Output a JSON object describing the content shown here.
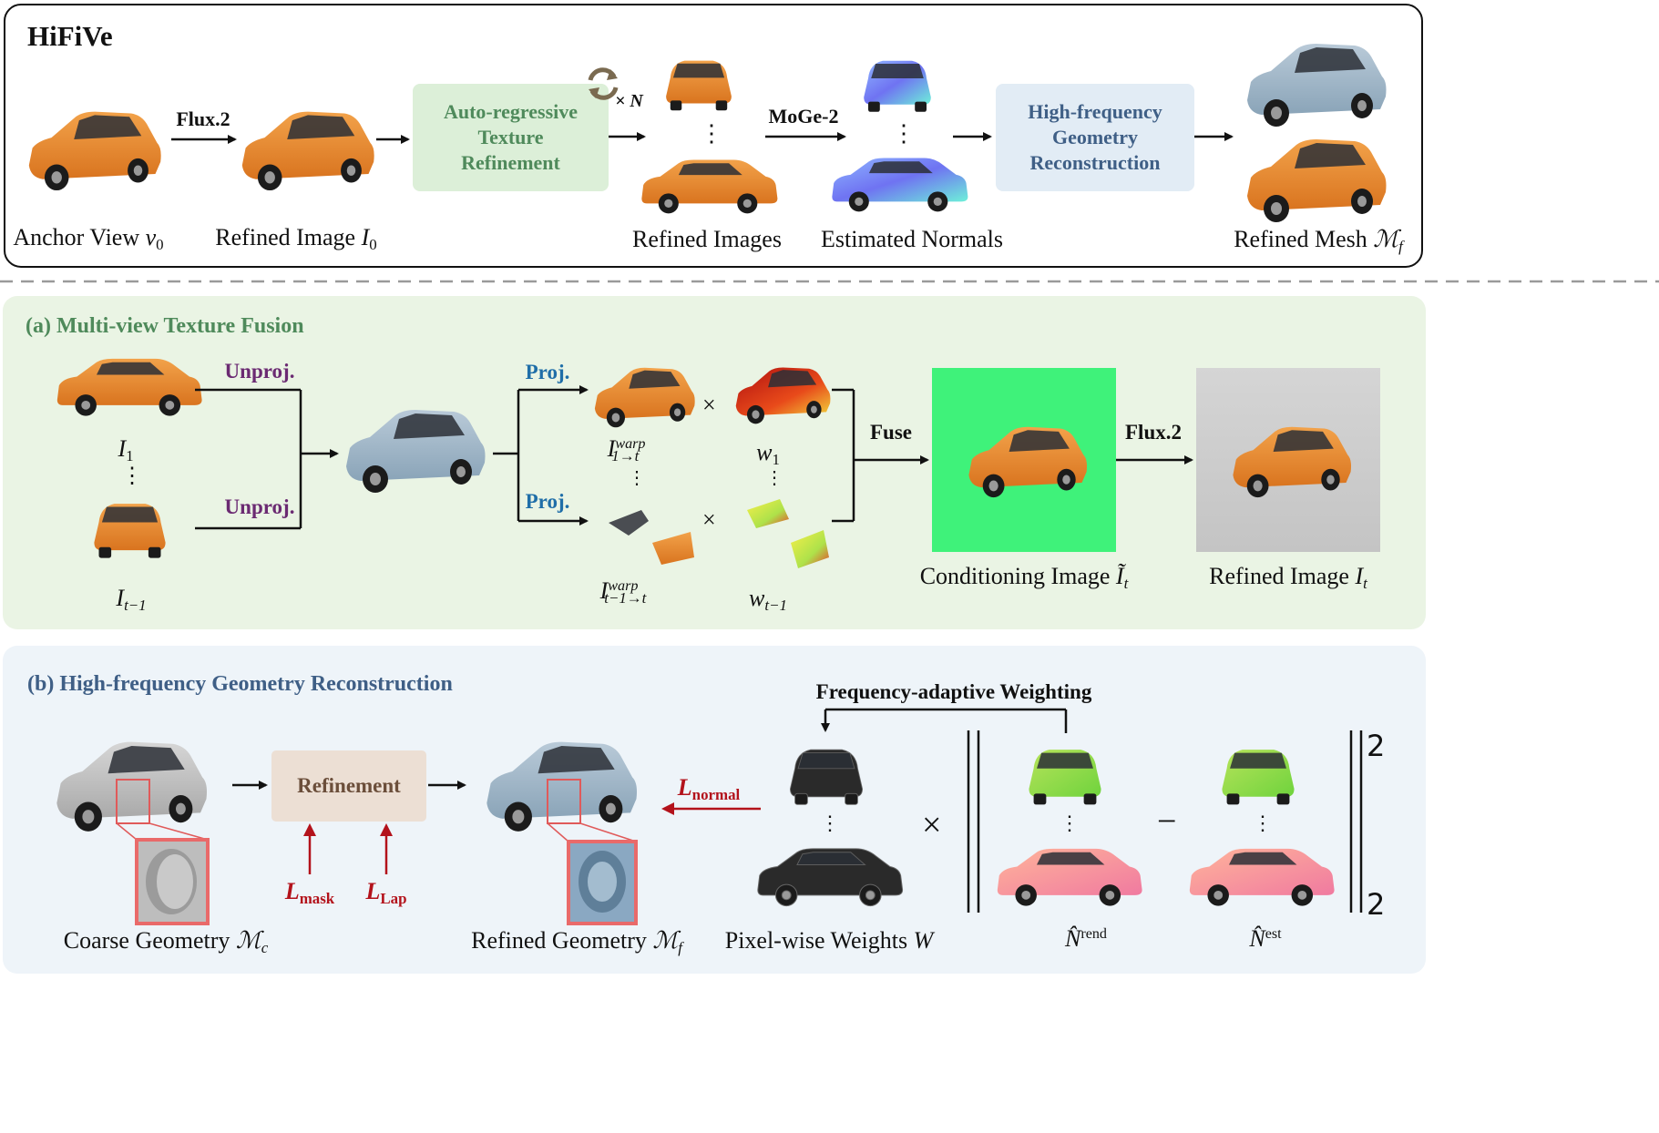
{
  "top": {
    "title": "HiFiVe",
    "anchor_label": "Anchor View",
    "anchor_var": "v",
    "anchor_sub": "0",
    "flux_label": "Flux.2",
    "refined_image_label": "Refined Image",
    "refined_image_var": "I",
    "refined_image_sub": "0",
    "ar_box": "Auto-regressive Texture Refinement",
    "times_n": "× N",
    "refined_images_label": "Refined Images",
    "moge_label": "MoGe-2",
    "normals_label": "Estimated Normals",
    "hf_box": "High-frequency Geometry Reconstruction",
    "refined_mesh_label": "Refined Mesh",
    "refined_mesh_var": "ℳ",
    "refined_mesh_sub": "f",
    "dots": "⋮"
  },
  "section_a": {
    "title": "(a) Multi-view Texture Fusion",
    "i1_var": "I",
    "i1_sub": "1",
    "it1_var": "I",
    "it1_sub": "t−1",
    "unproj": "Unproj.",
    "proj": "Proj.",
    "times": "×",
    "warp1_var": "I",
    "warp1_sup": "warp",
    "warp1_sub": "1→t",
    "warp2_var": "I",
    "warp2_sup": "warp",
    "warp2_sub": "t−1→t",
    "w1_var": "w",
    "w1_sub": "1",
    "w2_var": "w",
    "w2_sub": "t−1",
    "fuse": "Fuse",
    "flux": "Flux.2",
    "cond_label": "Conditioning Image",
    "cond_var": "Ĩ",
    "cond_sub": "t",
    "refined_label": "Refined Image",
    "refined_var": "I",
    "refined_sub": "t",
    "dots": "⋮"
  },
  "section_b": {
    "title": "(b) High-frequency Geometry Reconstruction",
    "refinement": "Refinement",
    "coarse_label": "Coarse Geometry",
    "coarse_var": "ℳ",
    "coarse_sub": "c",
    "refined_label": "Refined Geometry",
    "refined_var": "ℳ",
    "refined_sub": "f",
    "l_mask_var": "L",
    "l_mask_sub": "mask",
    "l_lap_var": "L",
    "l_lap_sub": "Lap",
    "l_normal_var": "L",
    "l_normal_sub": "normal",
    "freq_weighting": "Frequency-adaptive Weighting",
    "pixel_weights_label": "Pixel-wise Weights",
    "pixel_weights_var": "W",
    "n_rend_var": "N̂",
    "n_rend_sup": "rend",
    "n_est_var": "N̂",
    "n_est_sup": "est",
    "times": "×",
    "minus": "−",
    "exp": "2",
    "sub2": "2",
    "dots": "⋮"
  },
  "colors": {
    "orange_car": "#e8892c",
    "mesh_blue": "#9db6c8",
    "green_panel": "#eaf4e4",
    "blue_panel": "#eef4f9",
    "green_text": "#4f8a5b",
    "blue_text": "#3f5f86",
    "ar_box": "#dcefd8",
    "hf_box": "#e2ecf5",
    "refine_box": "#ecdfd4",
    "refine_text": "#6b4e3a",
    "unproj_purple": "#6b2a72",
    "proj_blue": "#1f6ea8",
    "loss_red": "#b3121b",
    "cond_green": "#3ff27a"
  }
}
